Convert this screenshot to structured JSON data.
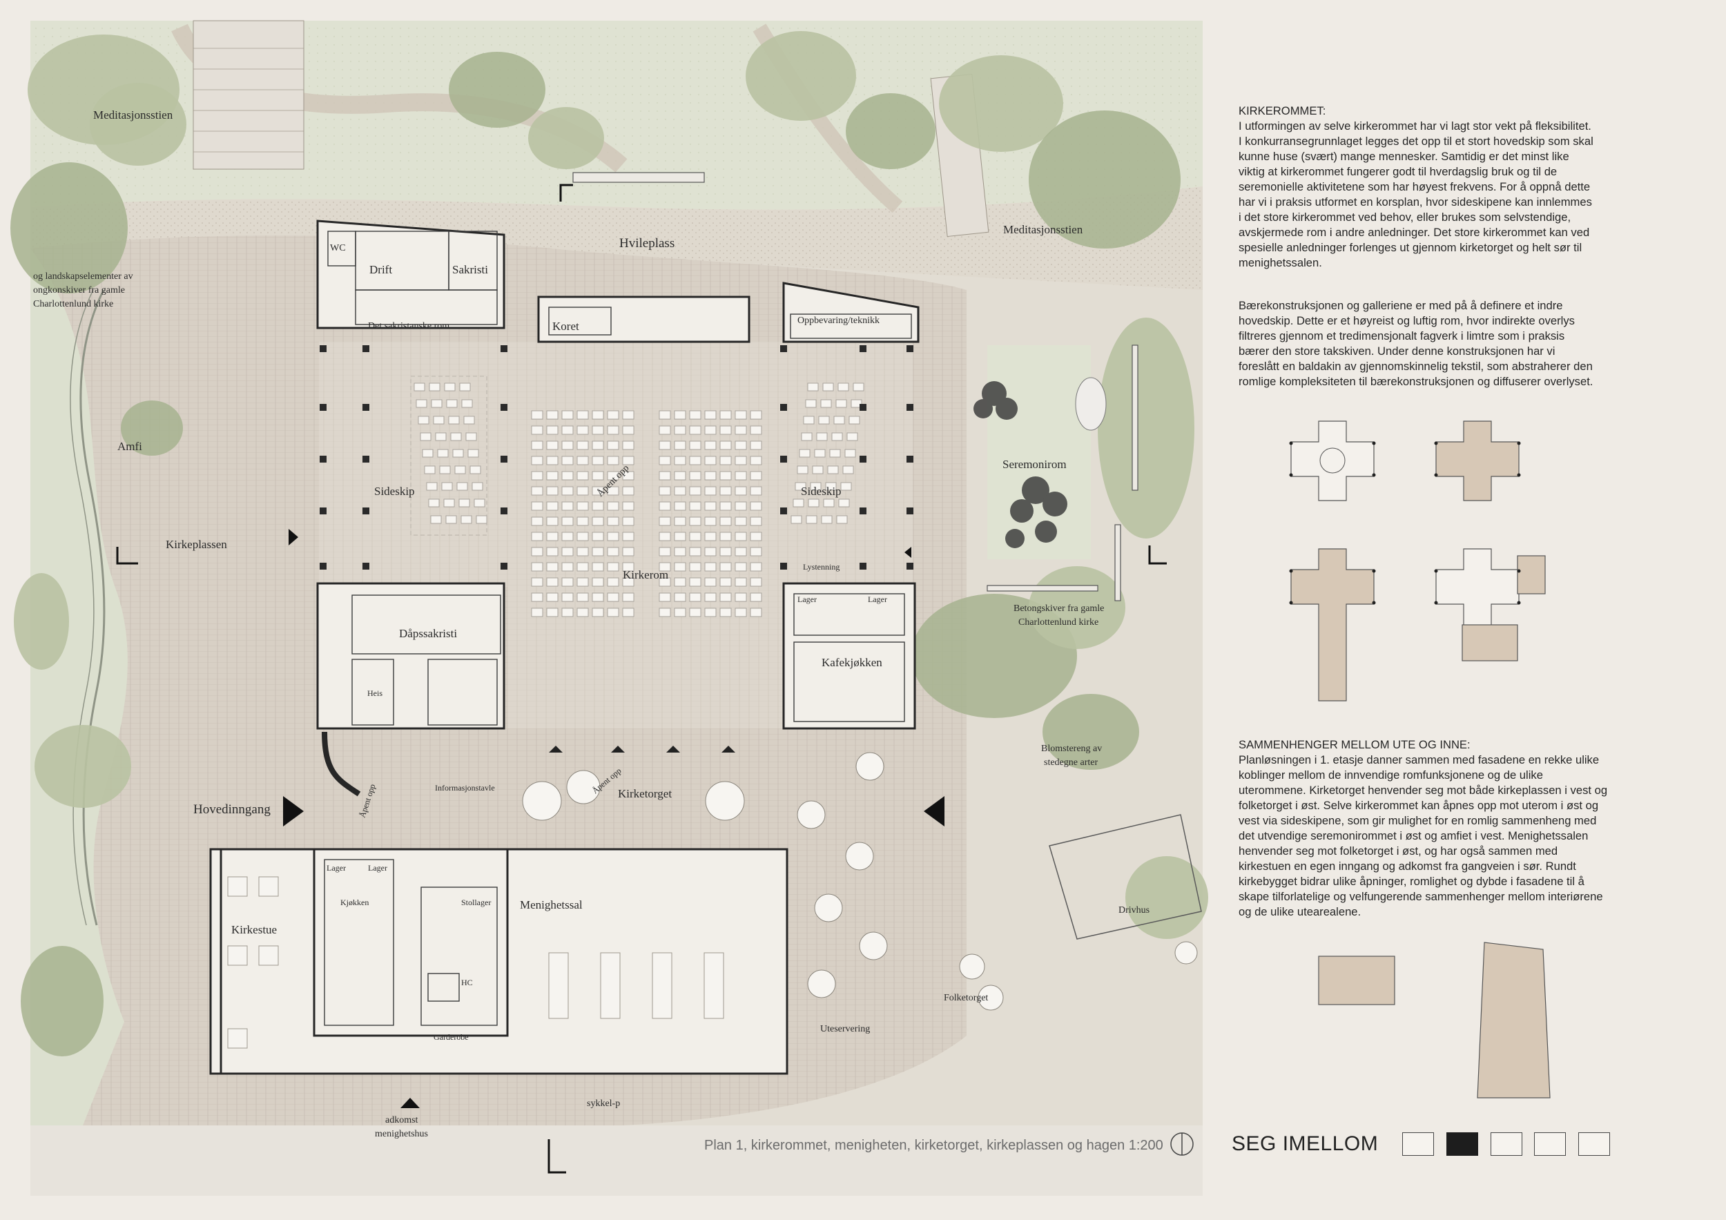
{
  "plan": {
    "labels": {
      "meditasjonsstien_1": "Meditasjonsstien",
      "meditasjonsstien_2": "Meditasjonsstien",
      "hvileplass": "Hvileplass",
      "landskap_1": "og landskapselementer av",
      "landskap_2": "ongkonskiver fra gamle",
      "landskap_3": "Charlottenlund kirke",
      "amfi": "Amfi",
      "kirkeplassen": "Kirkeplassen",
      "hovedinngang": "Hovedinngang",
      "wc": "WC",
      "drift": "Drift",
      "sakristi": "Sakristi",
      "sakristanske_rom": "Det sakristanske rom",
      "koret": "Koret",
      "oppbevaring": "Oppbevaring/teknikk",
      "sideskip_v": "Sideskip",
      "sideskip_o": "Sideskip",
      "apent_opp_1": "Åpent opp",
      "apent_opp_2": "Åpent opp",
      "apent_opp_3": "Åpent opp",
      "kirkerom": "Kirkerom",
      "lystenning": "Lystenning",
      "lager_1": "Lager",
      "lager_2": "Lager",
      "lager_3": "Lager",
      "lager_4": "Lager",
      "dapssakristi": "Dåpssakristi",
      "heis": "Heis",
      "kafekjokken": "Kafekjøkken",
      "seremonirom": "Seremonirom",
      "betong_1": "Betongskiver fra gamle",
      "betong_2": "Charlottenlund kirke",
      "blomstereng_1": "Blomstereng av",
      "blomstereng_2": "stedegne arter",
      "informasjonstavle": "Informasjonstavle",
      "kirketorget": "Kirketorget",
      "drivhus": "Drivhus",
      "kirkestue": "Kirkestue",
      "kjokken": "Kjøkken",
      "stollager": "Stollager",
      "menighetssal": "Menighetssal",
      "hc": "HC",
      "garderobe": "Garderobe",
      "uteservering": "Uteservering",
      "folketorget": "Folketorget",
      "sykkel": "sykkel-p",
      "adkomst_1": "adkomst",
      "adkomst_2": "menighetshus"
    },
    "caption": "Plan 1, kirkerommet, menigheten, kirketorget, kirkeplassen og hagen 1:200"
  },
  "text": {
    "kirkerommet_heading": "KIRKEROMMET:",
    "kirkerommet_p1": "I utformingen av selve kirkerommet har vi lagt stor vekt på fleksibilitet. I konkurransegrunnlaget legges det opp til et stort hovedskip som skal kunne huse (svært) mange mennesker. Samtidig er det minst like viktig at kirkerommet fungerer godt til hverdagslig bruk og til de seremonielle aktivitetene som har høyest frekvens. For å oppnå dette har vi i praksis utformet en korsplan, hvor sideskipene kan innlemmes i det store kirkerommet ved behov, eller brukes som selvstendige, avskjermede rom i andre anledninger. Det store kirkerommet kan ved spesielle anledninger forlenges ut gjennom kirketorget og helt sør til menighetssalen.",
    "kirkerommet_p2": "Bærekonstruksjonen og galleriene er med på å definere et indre hovedskip. Dette er et høyreist og luftig rom, hvor indirekte overlys filtreres gjennom et tredimensjonalt fagverk i limtre som i praksis bærer den store takskiven. Under denne konstruksjonen har vi foreslått en baldakin av gjennomskinnelig tekstil, som abstraherer den romlige kompleksiteten til bærekonstruksjonen og diffuserer overlyset.",
    "sammenhenger_heading": "SAMMENHENGER MELLOM UTE OG INNE:",
    "sammenhenger_p1": "Planløsningen i 1. etasje danner sammen med fasadene en rekke ulike koblinger mellom de innvendige romfunksjonene og de ulike uterommene. Kirketorget henvender seg mot både kirkeplassen i vest og folketorget i øst. Selve kirkerommet kan åpnes opp mot uterom i øst og vest via sideskipene, som gir mulighet for en romlig sammenheng med det utvendige seremonirommet i øst og amfiet i vest. Menighetssalen henvender seg mot folketorget i øst, og har også sammen med kirkestuen en egen inngang og adkomst fra gangveien i sør. Rundt kirkebygget bidrar ulike åpninger, romlighet og dybde i fasadene til å skape tilforlatelige og velfungerende sammenhenger mellom interiørene og de ulike utearealene."
  },
  "brand": "SEG IMELLOM",
  "page_indicator": {
    "total": 5,
    "active_index": 1
  },
  "colors": {
    "background": "#efebe5",
    "paving": "#d9d1c6",
    "vegetation": "#b9c2a2",
    "wall": "#262626"
  }
}
